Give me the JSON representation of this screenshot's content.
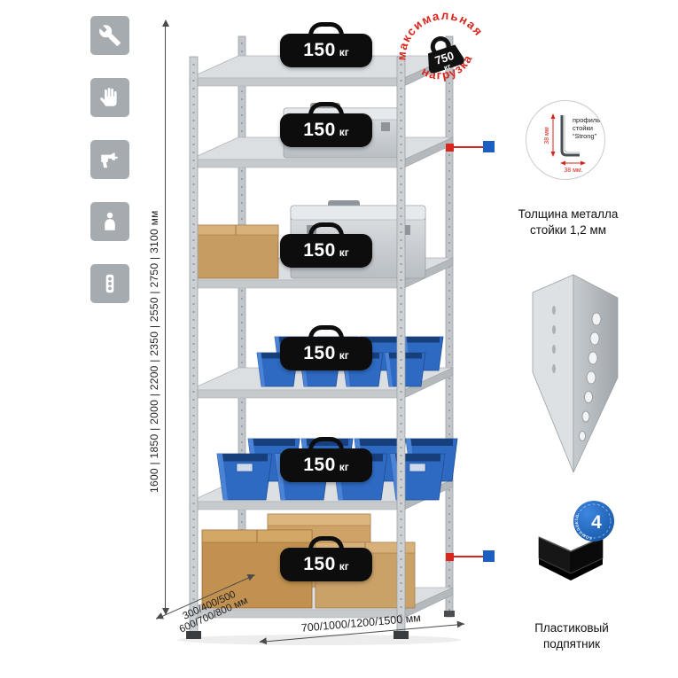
{
  "colors": {
    "red": "#d6261d",
    "blue": "#1b5fc1",
    "badge_black": "#0d0d0d",
    "tile_grey": "#a6abb0"
  },
  "left_icons": [
    {
      "name": "wrench"
    },
    {
      "name": "glove"
    },
    {
      "name": "drill"
    },
    {
      "name": "person"
    },
    {
      "name": "power-strip"
    }
  ],
  "dimensions": {
    "height_label": "1600 | 1850 | 2000 | 2200 | 2350 | 2550 | 2750 | 3100 мм",
    "depth_label_line1": "300/400/500",
    "depth_label_line2": "600/700/800 мм",
    "width_label": "700/1000/1200/1500 мм"
  },
  "shelves": [
    {
      "load": "150",
      "unit": "кг"
    },
    {
      "load": "150",
      "unit": "кг"
    },
    {
      "load": "150",
      "unit": "кг"
    },
    {
      "load": "150",
      "unit": "кг"
    },
    {
      "load": "150",
      "unit": "кг"
    },
    {
      "load": "150",
      "unit": "кг"
    }
  ],
  "max_load_stamp": {
    "arc_top": "максимальная",
    "arc_bottom": "нагрузка",
    "value": "750",
    "unit": "кг"
  },
  "profile_detail": {
    "line1": "профиль",
    "line2": "стойки",
    "line3": "“Strong”",
    "dim_side": "38 мм",
    "dim_bottom": "38 мм.",
    "caption": "Толщина металла\nстойки 1,2 мм"
  },
  "foot_detail": {
    "badge_value": "4",
    "badge_ring_text": "в комплекте",
    "caption": "Пластиковый\nподпятник"
  }
}
